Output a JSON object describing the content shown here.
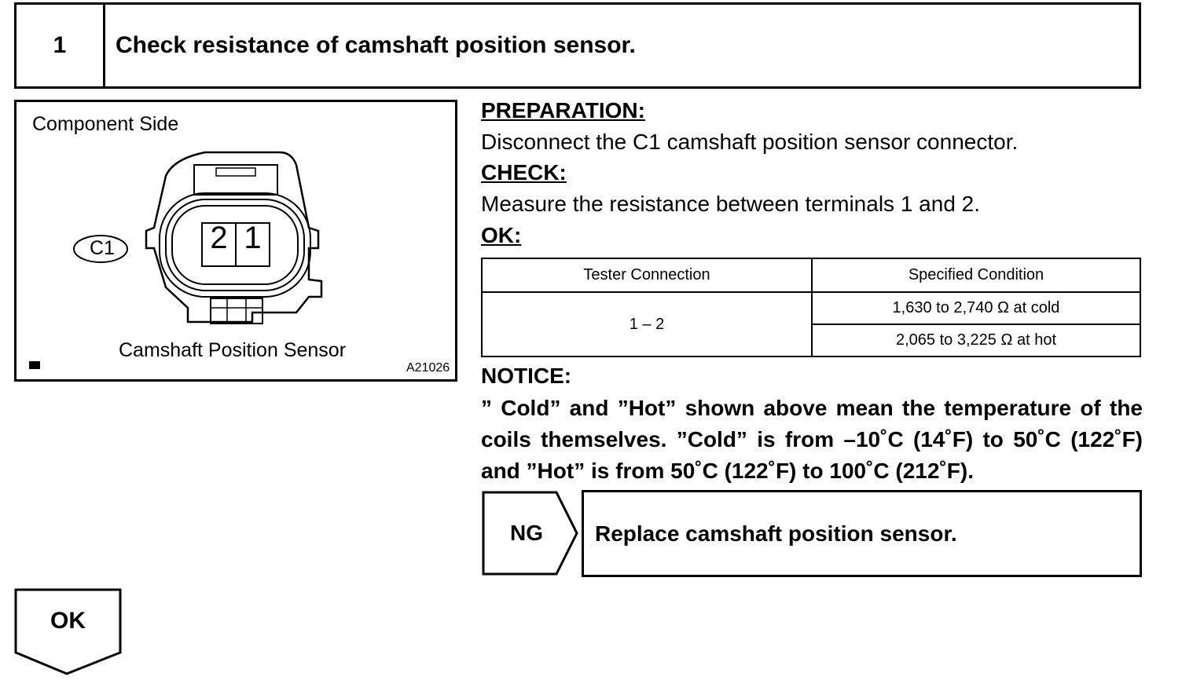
{
  "step": {
    "number": "1",
    "title": "Check resistance of camshaft position sensor."
  },
  "figure": {
    "side_label": "Component Side",
    "connector_id": "C1",
    "terminals": [
      "2",
      "1"
    ],
    "caption": "Camshaft Position Sensor",
    "figure_code": "A21026"
  },
  "preparation": {
    "heading": "PREPARATION:",
    "text": "Disconnect the C1 camshaft position sensor connector."
  },
  "check": {
    "heading": "CHECK:",
    "text": "Measure the resistance between terminals 1 and 2."
  },
  "ok": {
    "heading": "OK:"
  },
  "spec_table": {
    "headers": [
      "Tester Connection",
      "Specified Condition"
    ],
    "connection": "1 – 2",
    "conditions": [
      "1,630 to 2,740 Ω at cold",
      "2,065 to 3,225 Ω at hot"
    ]
  },
  "notice": {
    "heading": "NOTICE:",
    "text": "” Cold” and ”Hot” shown above mean the temperature of the coils themselves. ”Cold” is from –10˚C (14˚F) to 50˚C (122˚F) and ”Hot” is from 50˚C (122˚F) to 100˚C (212˚F)."
  },
  "ng_result": {
    "label": "NG",
    "action": "Replace camshaft position sensor."
  },
  "ok_result": {
    "label": "OK"
  }
}
